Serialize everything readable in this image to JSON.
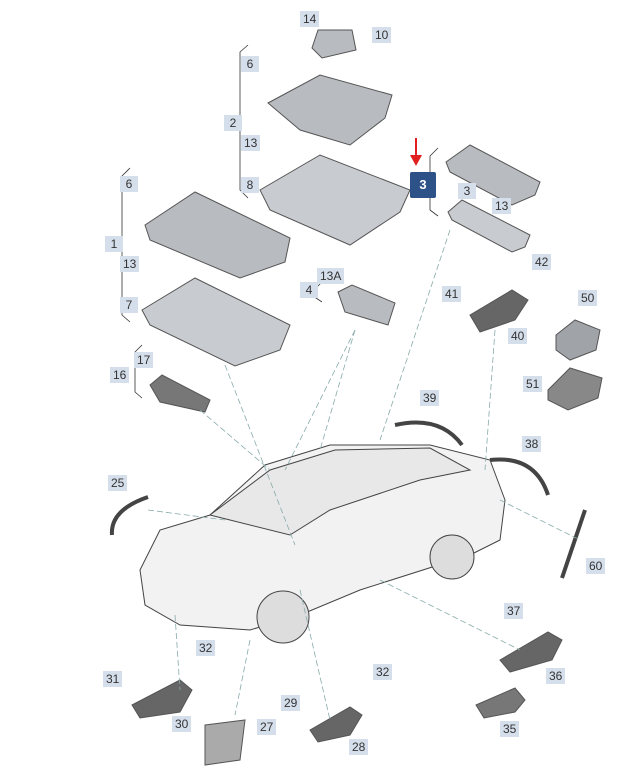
{
  "highlighted": {
    "label": "3",
    "arrow_color": "#e02020",
    "box_color": "#2c5287"
  },
  "callouts": [
    "14",
    "10",
    "6",
    "2",
    "13",
    "8",
    "3",
    "13",
    "6",
    "1",
    "13",
    "7",
    "13A",
    "4",
    "42",
    "41",
    "40",
    "50",
    "51",
    "17",
    "16",
    "39",
    "38",
    "25",
    "60",
    "37",
    "36",
    "32",
    "31",
    "30",
    "27",
    "32",
    "29",
    "28",
    "35"
  ]
}
